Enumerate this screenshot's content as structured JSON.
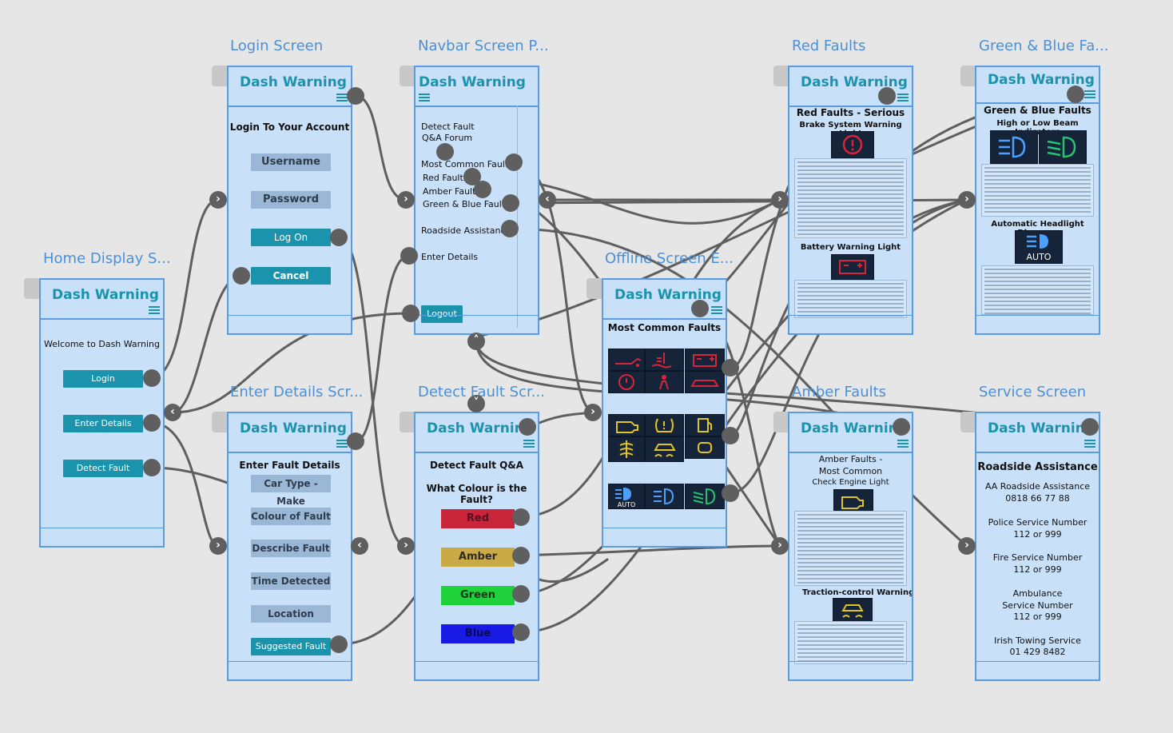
{
  "screens": {
    "home": {
      "title": "Home Display S...",
      "brand": "Dash Warning",
      "welcome": "Welcome to Dash Warning",
      "buttons": [
        "Login",
        "Enter Details",
        "Detect Fault"
      ]
    },
    "login": {
      "title": "Login Screen",
      "brand": "Dash Warning",
      "heading": "Login To Your Account",
      "username": "Username",
      "password": "Password",
      "login_btn": "Log On",
      "cancel_btn": "Cancel"
    },
    "enter_details": {
      "title": "Enter Details Scr...",
      "brand": "Dash Warning",
      "heading": "Enter Fault Details",
      "fields": [
        "Car Type - Make",
        "Colour of Fault",
        "Describe Fault",
        "Time Detected",
        "Location"
      ],
      "suggested_btn": "Suggested Fault"
    },
    "navbar": {
      "title": "Navbar Screen P...",
      "brand": "Dash Warning",
      "items": [
        "Detect Fault",
        "Q&A Forum",
        "Most Common Faults",
        "Red Faults",
        "Amber Faults",
        "Green & Blue Faults",
        "Roadside Assistance",
        "Enter Details"
      ],
      "logout": "Logout"
    },
    "detect_fault": {
      "title": "Detect Fault Scr...",
      "brand": "Dash Warning",
      "heading": "Detect Fault Q&A",
      "question": "What Colour is the Fault?",
      "options": [
        {
          "label": "Red",
          "color": "#c8243a"
        },
        {
          "label": "Amber",
          "color": "#c9aa45"
        },
        {
          "label": "Green",
          "color": "#1fd13a"
        },
        {
          "label": "Blue",
          "color": "#1a1ae6"
        }
      ]
    },
    "offline": {
      "title": "Offline Screen E...",
      "brand": "Dash Warning",
      "heading": "Most Common Faults",
      "red_icons": [
        "oil-pressure-icon",
        "coolant-temp-icon",
        "battery-icon",
        "brake-icon",
        "airbag-icon",
        "car-alarm-icon"
      ],
      "amber_icons": [
        "engine-icon",
        "tyre-pressure-icon",
        "fuel-icon",
        "glow-plug-icon",
        "traction-icon",
        "dpf-icon"
      ],
      "blue_icons": [
        "auto-beam-icon",
        "high-beam-icon",
        "low-beam-icon"
      ],
      "auto_label": "AUTO"
    },
    "red_faults": {
      "title": "Red Faults",
      "brand": "Dash Warning",
      "heading": "Red Faults - Serious",
      "sub1": "Brake System Warning Light",
      "sub2": "Battery Warning Light"
    },
    "amber_faults": {
      "title": "Amber Faults",
      "brand": "Dash Warning",
      "heading": "Amber Faults - Most Common",
      "sub1": "Check Engine Light",
      "sub2": "Traction-control Warning Light"
    },
    "green_blue": {
      "title": "Green & Blue Fa...",
      "brand": "Dash Warning",
      "heading": "Green & Blue Faults",
      "sub1": "High or Low Beam Indicators",
      "sub2": "Automatic Headlight Dimmers",
      "auto_label": "AUTO"
    },
    "service": {
      "title": "Service Screen",
      "brand": "Dash Warning",
      "heading": "Roadside Assistance",
      "entries": [
        {
          "name": "AA Roadside Assistance",
          "number": "0818 66 77 88"
        },
        {
          "name": "Police Service Number",
          "number": "112 or 999"
        },
        {
          "name": "Fire Service Number",
          "number": "112 or 999"
        },
        {
          "name": "Ambulance Service Number",
          "number": "112 or 999"
        },
        {
          "name": "Irish Towing Service",
          "number": "01 429 8482"
        }
      ]
    }
  },
  "colors": {
    "canvas": "#e6e6e6",
    "screen_bg": "#c9e0f9",
    "screen_border": "#5b9be0",
    "brand": "#1b93ad",
    "wire": "#5f5f5f"
  }
}
